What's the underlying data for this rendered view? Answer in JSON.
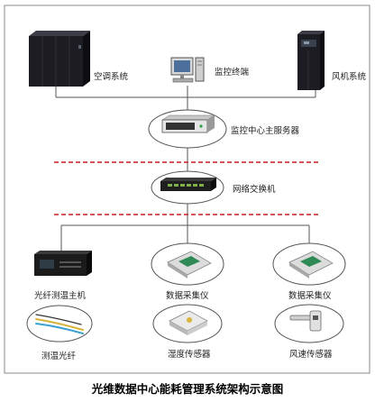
{
  "title": "光维数据中心能耗管理系统架构示意图",
  "nodes": {
    "ac": "空调系统",
    "terminal": "监控终端",
    "fan": "风机系统",
    "server": "监控中心主服务器",
    "switch": "网络交换机",
    "fiber_host": "光纤测温主机",
    "collector1": "数据采集仪",
    "collector2": "数据采集仪",
    "fiber": "测温光纤",
    "humidity": "湿度传感器",
    "wind": "风速传感器"
  },
  "colors": {
    "frame": "#8a8a8a",
    "line": "#555555",
    "separator": "#cc1f1f",
    "device_dark": "#1c1c22",
    "sensor_green": "#2f8a55"
  }
}
